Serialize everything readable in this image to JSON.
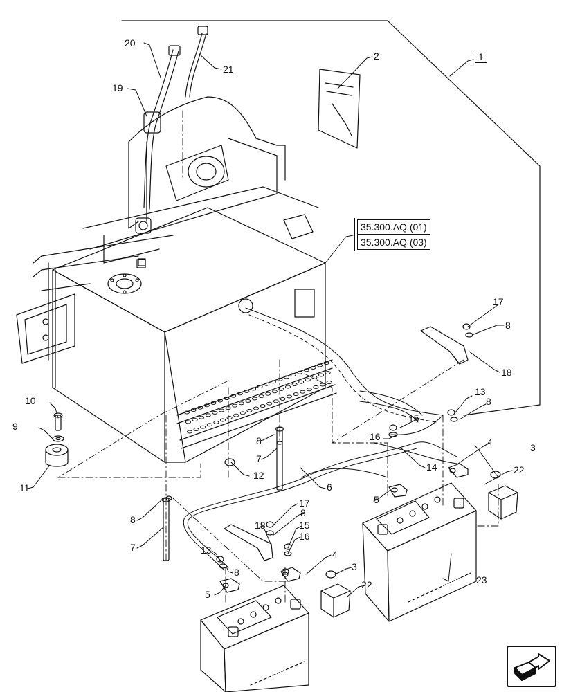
{
  "callouts": {
    "n1": "1",
    "n2": "2",
    "n3a": "3",
    "n3b": "3",
    "n4a": "4",
    "n4b": "4",
    "n5a": "5",
    "n5b": "5",
    "n6": "6",
    "n7a": "7",
    "n7b": "7",
    "n8a": "8",
    "n8b": "8",
    "n8c": "8",
    "n8d": "8",
    "n8e": "8",
    "n8f": "8",
    "n9": "9",
    "n10": "10",
    "n11": "11",
    "n12": "12",
    "n13a": "13",
    "n13b": "13",
    "n14": "14",
    "n15a": "15",
    "n15b": "15",
    "n16a": "16",
    "n16b": "16",
    "n17a": "17",
    "n17b": "17",
    "n18a": "18",
    "n18b": "18",
    "n19": "19",
    "n20": "20",
    "n21": "21",
    "n22a": "22",
    "n22b": "22",
    "n23": "23"
  },
  "references": [
    "35.300.AQ (01)",
    "35.300.AQ (03)"
  ],
  "nav_icon": "next-page-arrow-icon"
}
